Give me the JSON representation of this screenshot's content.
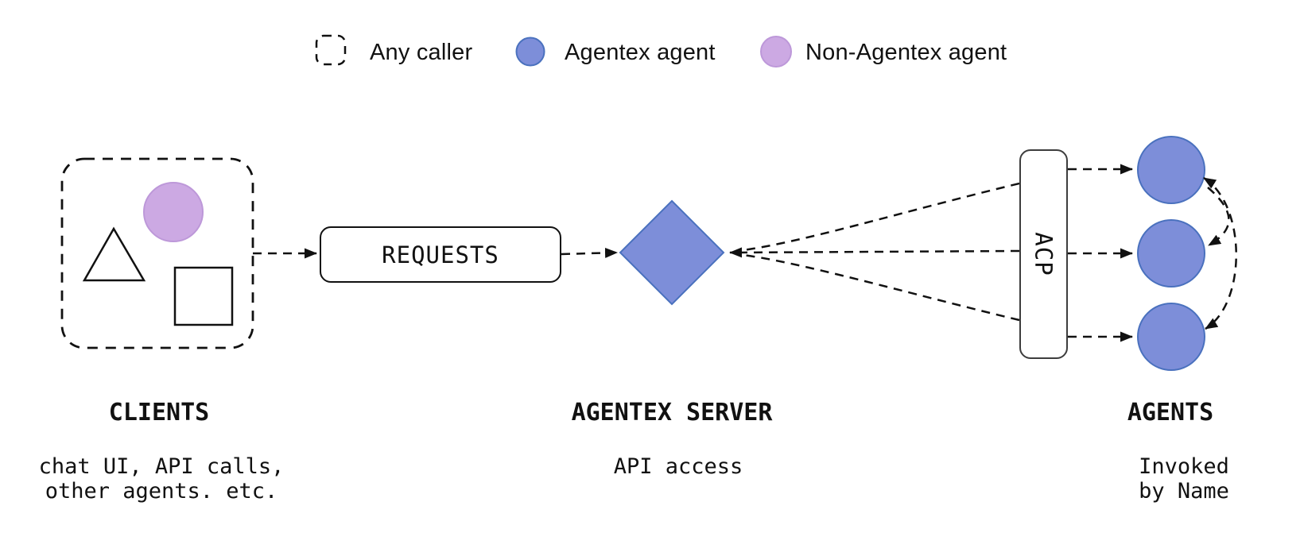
{
  "legend": {
    "items": [
      {
        "icon": "dashed-square-icon",
        "label": "Any caller"
      },
      {
        "icon": "agentex-agent-icon",
        "label": "Agentex agent"
      },
      {
        "icon": "non-agentex-agent-icon",
        "label": "Non-Agentex agent"
      }
    ]
  },
  "diagram": {
    "requests_box_label": "REQUESTS",
    "acp_box_label": "ACP",
    "clients": {
      "title": "CLIENTS",
      "caption_line1": "chat UI, API calls,",
      "caption_line2": "other agents. etc."
    },
    "server": {
      "title": "AGENTEX SERVER",
      "caption": "API access"
    },
    "agents": {
      "title": "AGENTS",
      "caption": "Invoked by Name"
    }
  },
  "colors": {
    "agentex_fill": "#7D8ED9",
    "agentex_stroke": "#4A71BE",
    "non_agentex_fill": "#CCA9E3",
    "non_agentex_stroke": "#BD98D9",
    "line": "#111111",
    "background": "#FFFFFF"
  }
}
